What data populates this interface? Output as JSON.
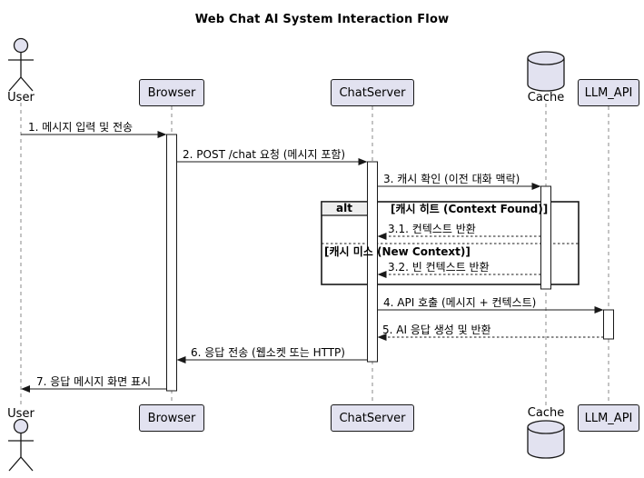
{
  "title": "Web Chat AI System Interaction Flow",
  "participants": {
    "user": "User",
    "browser": "Browser",
    "chatserver": "ChatServer",
    "cache": "Cache",
    "llm_api": "LLM_API"
  },
  "messages": [
    {
      "id": "1",
      "label": "1. 메시지 입력 및 전송",
      "from": "User",
      "to": "Browser",
      "style": "solid"
    },
    {
      "id": "2",
      "label": "2. POST /chat 요청 (메시지 포함)",
      "from": "Browser",
      "to": "ChatServer",
      "style": "solid"
    },
    {
      "id": "3",
      "label": "3. 캐시 확인 (이전 대화 맥락)",
      "from": "ChatServer",
      "to": "Cache",
      "style": "solid"
    },
    {
      "id": "3.1",
      "label": "3.1. 컨텍스트 반환",
      "from": "Cache",
      "to": "ChatServer",
      "style": "dashed"
    },
    {
      "id": "3.2",
      "label": "3.2. 빈 컨텍스트 반환",
      "from": "Cache",
      "to": "ChatServer",
      "style": "dashed"
    },
    {
      "id": "4",
      "label": "4. API 호출 (메시지 + 컨텍스트)",
      "from": "ChatServer",
      "to": "LLM_API",
      "style": "solid"
    },
    {
      "id": "5",
      "label": "5. AI 응답 생성 및 반환",
      "from": "LLM_API",
      "to": "ChatServer",
      "style": "dashed"
    },
    {
      "id": "6",
      "label": "6. 응답 전송 (웹소켓 또는 HTTP)",
      "from": "ChatServer",
      "to": "Browser",
      "style": "solid"
    },
    {
      "id": "7",
      "label": "7. 응답 메시지 화면 표시",
      "from": "Browser",
      "to": "User",
      "style": "solid"
    }
  ],
  "alt_fragment": {
    "operator": "alt",
    "condition_hit": "[캐시 히트 (Context Found)]",
    "condition_miss": "[캐시 미스 (New Context)]"
  },
  "colors": {
    "participant_fill": "#E2E2F0",
    "border": "#181818",
    "fragment_header_fill": "#EEEEEE",
    "lifeline": "#888888",
    "background": "#FFFFFF"
  }
}
